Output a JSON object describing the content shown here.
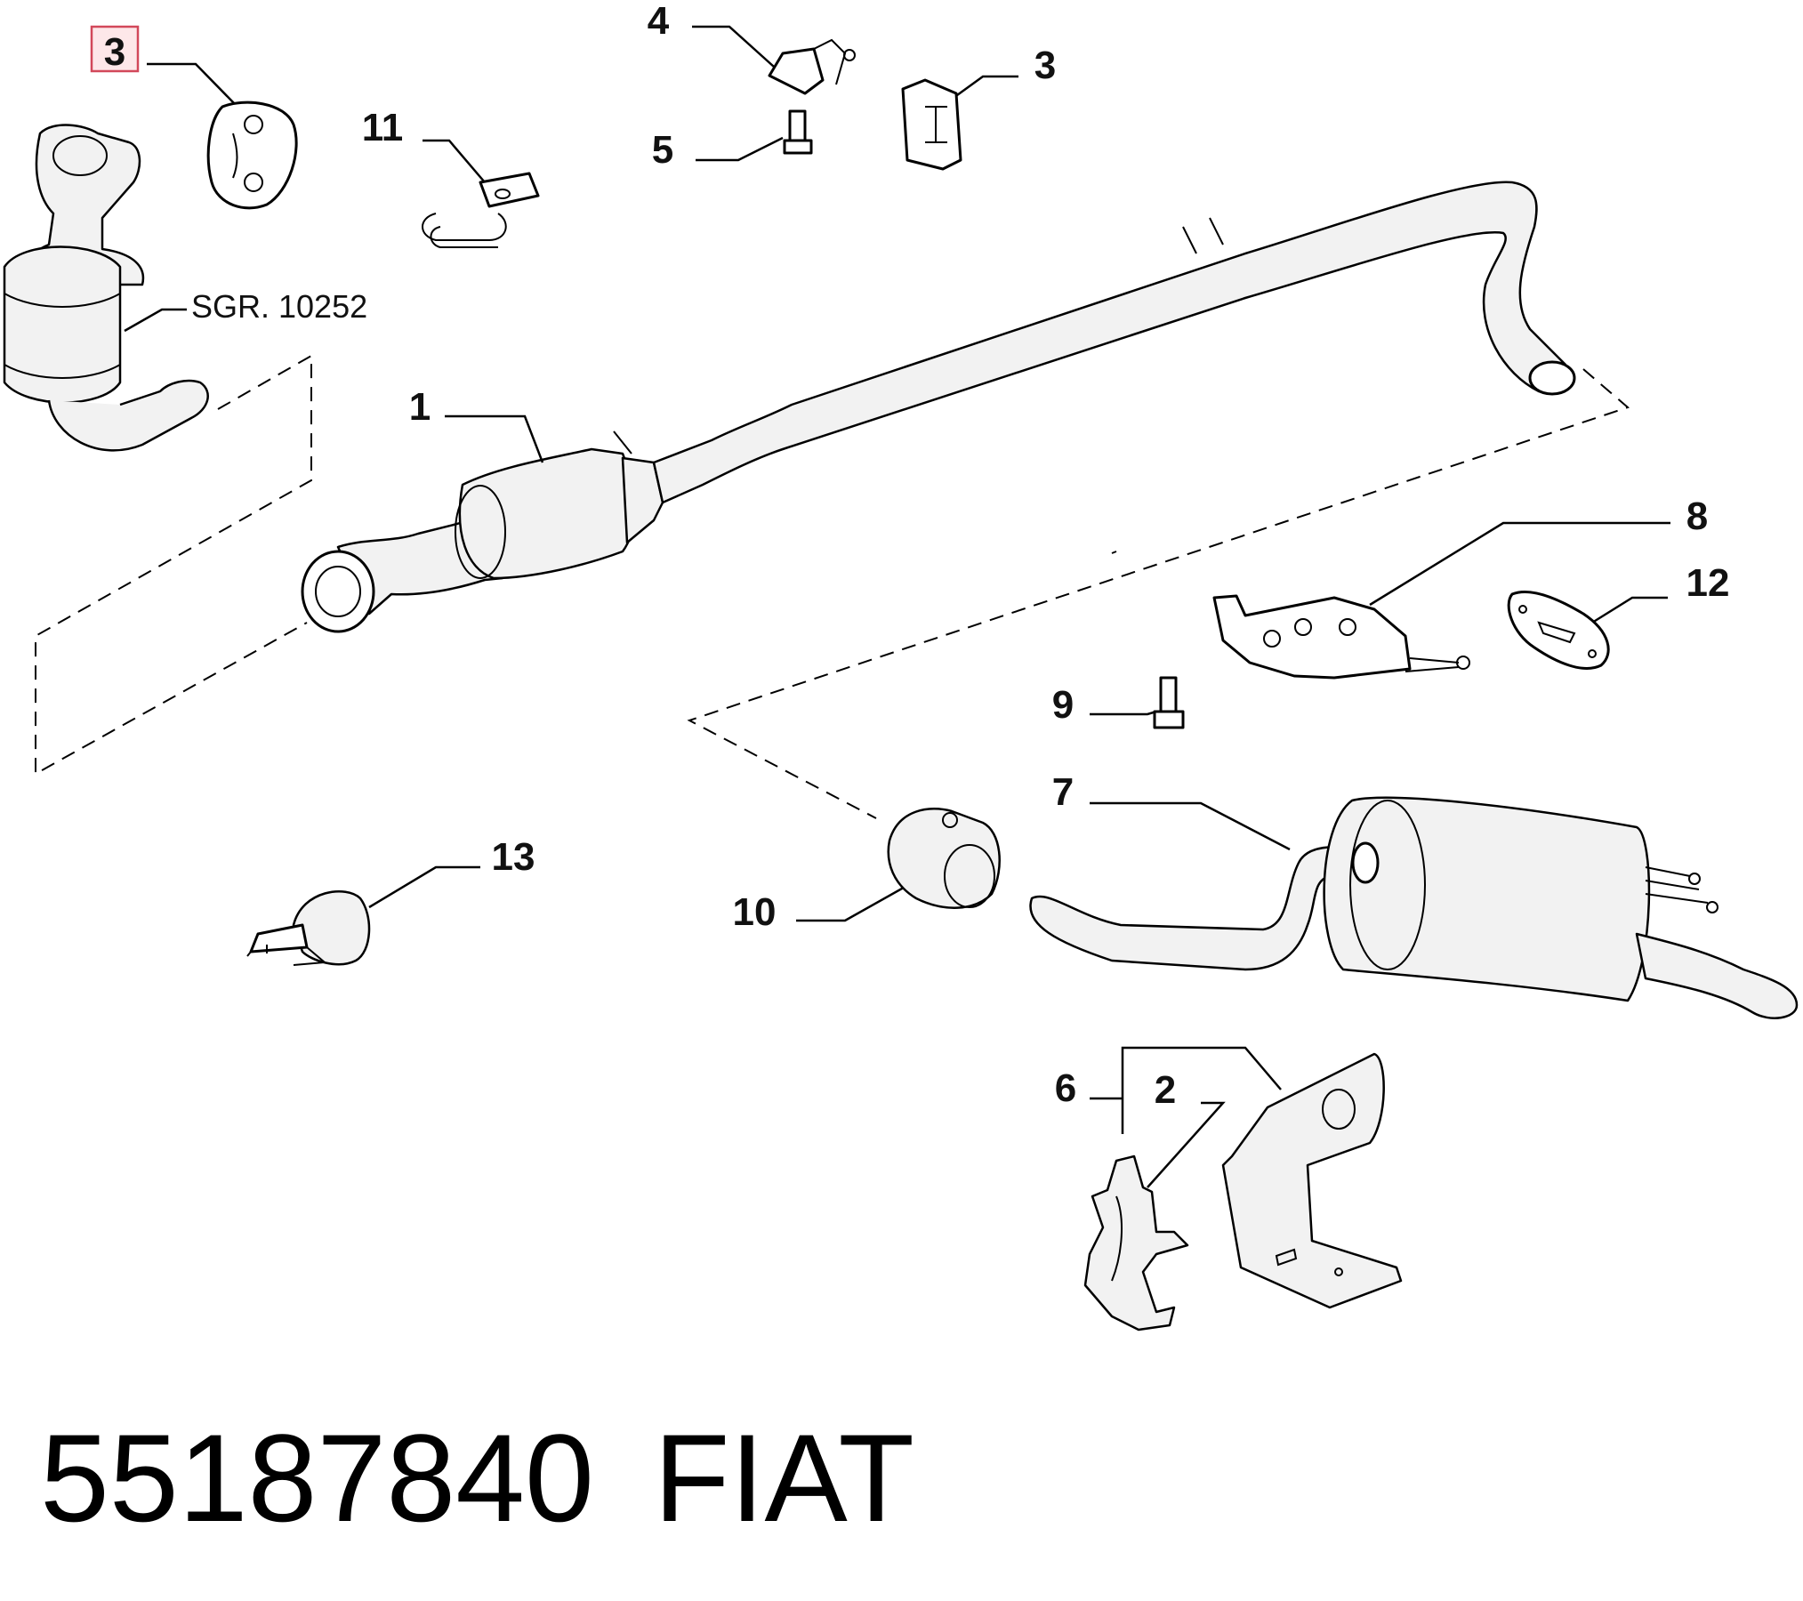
{
  "labels": {
    "l1": "1",
    "l2": "2",
    "l3_highlight": "3",
    "l3": "3",
    "l4": "4",
    "l5": "5",
    "l6": "6",
    "l7": "7",
    "l8": "8",
    "l9": "9",
    "l10": "10",
    "l11": "11",
    "l12": "12",
    "l13": "13",
    "sgr": "SGR. 10252"
  },
  "footer": {
    "part_number": "55187840",
    "brand": "FIAT"
  },
  "colors": {
    "highlight_fill": "#fde7e9",
    "highlight_border": "#d2485a",
    "line": "#000000"
  }
}
